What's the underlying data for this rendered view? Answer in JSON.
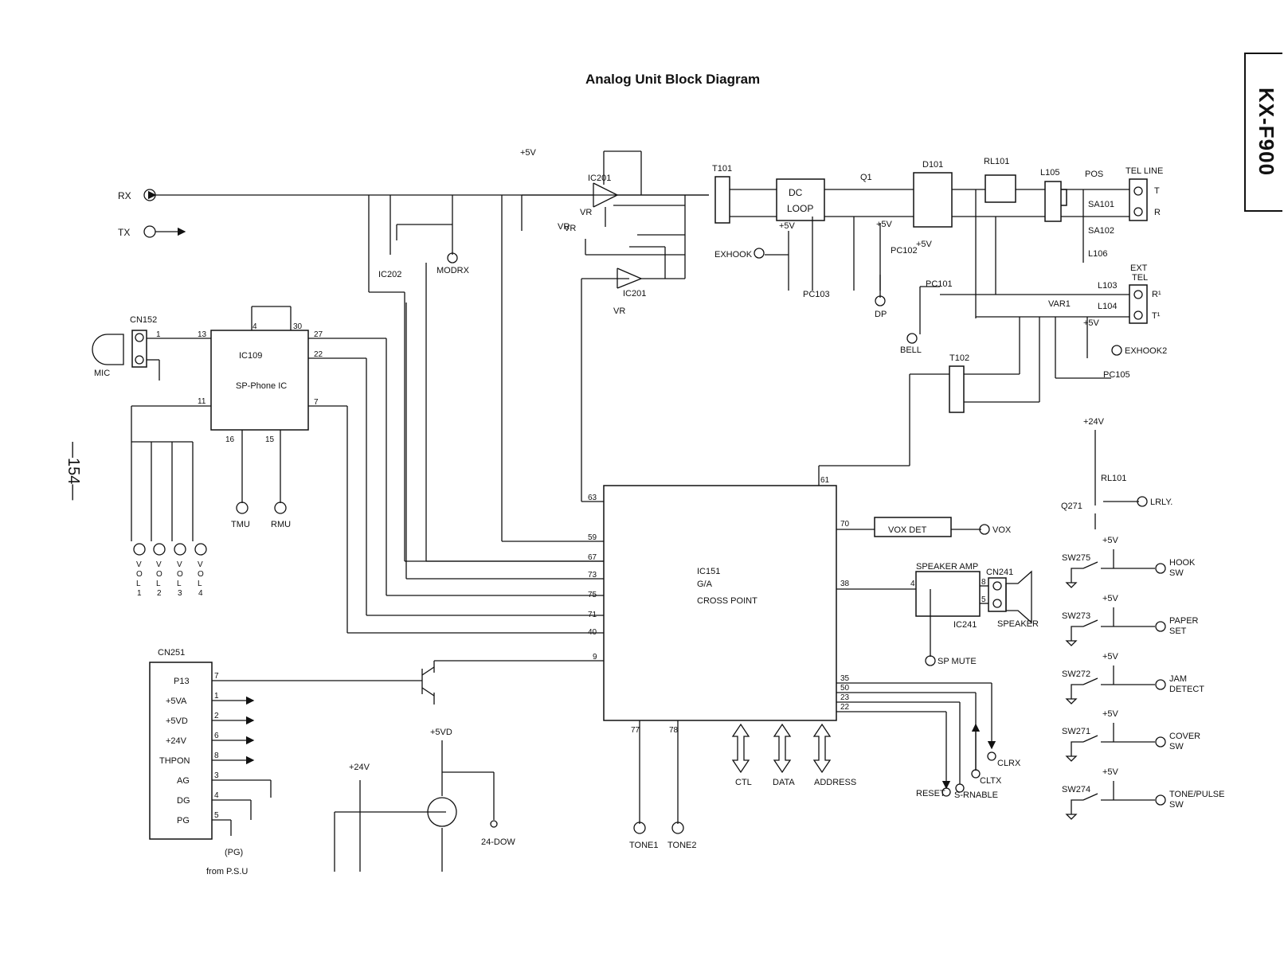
{
  "title": "Analog Unit Block Diagram",
  "model": "KX-F900",
  "page_number": "—154—",
  "ports": {
    "rx": "RX",
    "tx": "TX",
    "mic": "MIC",
    "cn152": "CN152",
    "modrx": "MODRX",
    "ic202": "IC202",
    "exhook": "EXHOOK",
    "exhook2": "EXHOOK2",
    "bell": "BELL",
    "dp": "DP",
    "vox": "VOX",
    "sp_mute": "SP MUTE",
    "lrly": "LRLY.",
    "tone1": "TONE1",
    "tone2": "TONE2",
    "reset": "RESET",
    "s_rnable": "S-RNABLE",
    "cltx": "CLTX",
    "clrx": "CLRX",
    "tmu": "TMU",
    "rmu": "RMU",
    "dow24": "24-DOW",
    "from_psu": "from P.S.U",
    "pg_paren": "(PG)"
  },
  "vol_labels": [
    "V\nO\nL\n1",
    "V\nO\nL\n2",
    "V\nO\nL\n3",
    "V\nO\nL\n4"
  ],
  "ics": {
    "ic109": {
      "name": "IC109",
      "desc": "SP-Phone IC",
      "pins": [
        "4",
        "30",
        "13",
        "27",
        "22",
        "7",
        "11",
        "16",
        "15"
      ]
    },
    "ic151": {
      "name": "IC151",
      "line2": "G/A",
      "line3": "CROSS POINT",
      "left_pins": [
        "63",
        "59",
        "67",
        "73",
        "75",
        "71",
        "40",
        "9"
      ],
      "right_pins": [
        "70",
        "38",
        "35",
        "50",
        "23",
        "22"
      ],
      "top_pin": "61",
      "bottom_pins": [
        "77",
        "78"
      ]
    },
    "ic201": "IC201",
    "ic241": "IC241",
    "dc_loop": [
      "DC",
      "LOOP"
    ],
    "d101": "D101",
    "t101": "T101",
    "t102": "T102",
    "q1": "Q1",
    "rl101": "RL101",
    "l105": "L105",
    "pos": "POS",
    "sa101": "SA101",
    "sa102": "SA102",
    "l106": "L106",
    "pc101": "PC101",
    "pc102": "PC102",
    "pc103": "PC103",
    "pc105": "PC105",
    "var1": "VAR1",
    "l103": "L103",
    "l104": "L104",
    "vox_det": "VOX DET",
    "speaker_amp": "SPEAKER AMP",
    "cn241": "CN241",
    "speaker": "SPEAKER",
    "q271": "Q271",
    "rl101b": "RL101",
    "vr": "VR"
  },
  "tel_line": {
    "title": "TEL LINE",
    "t": "T",
    "r": "R"
  },
  "ext_tel": {
    "title": [
      "EXT",
      "TEL"
    ],
    "r1": "R¹",
    "t1": "T¹"
  },
  "rails": {
    "p5v": "+5V",
    "p24v": "+24V",
    "p5vd": "+5VD"
  },
  "buses": [
    "CTL",
    "DATA",
    "ADDRESS"
  ],
  "cn251": {
    "name": "CN251",
    "rows": [
      {
        "label": "P13",
        "pin": "7"
      },
      {
        "label": "+5VA",
        "pin": "1"
      },
      {
        "label": "+5VD",
        "pin": "2"
      },
      {
        "label": "+24V",
        "pin": "6"
      },
      {
        "label": "THPON",
        "pin": "8"
      },
      {
        "label": "AG",
        "pin": "3"
      },
      {
        "label": "DG",
        "pin": "4"
      },
      {
        "label": "PG",
        "pin": "5"
      }
    ]
  },
  "switches": [
    {
      "ref": "SW275",
      "label": [
        "HOOK",
        "SW"
      ]
    },
    {
      "ref": "SW273",
      "label": [
        "PAPER",
        "SET"
      ]
    },
    {
      "ref": "SW272",
      "label": [
        "JAM",
        "DETECT"
      ]
    },
    {
      "ref": "SW271",
      "label": [
        "COVER",
        "SW"
      ]
    },
    {
      "ref": "SW274",
      "label": [
        "TONE/PULSE",
        "SW"
      ]
    }
  ]
}
